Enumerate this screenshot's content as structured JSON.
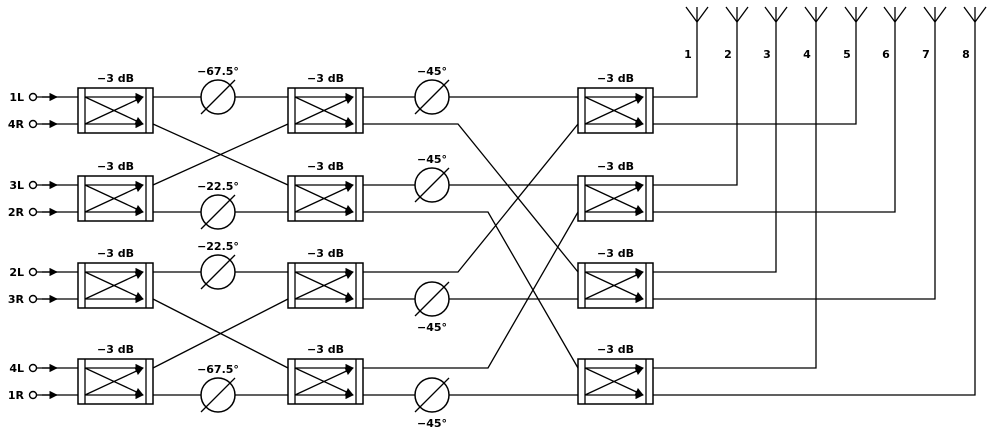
{
  "diagram": {
    "inputs": [
      {
        "label": "1L"
      },
      {
        "label": "4R"
      },
      {
        "label": "3L"
      },
      {
        "label": "2R"
      },
      {
        "label": "2L"
      },
      {
        "label": "3R"
      },
      {
        "label": "4L"
      },
      {
        "label": "1R"
      }
    ],
    "couplers": {
      "label": "−3 dB"
    },
    "phase_shifters": {
      "stage1": [
        {
          "label": "−67.5°"
        },
        {
          "label": "−22.5°"
        },
        {
          "label": "−22.5°"
        },
        {
          "label": "−67.5°"
        }
      ],
      "stage2": [
        {
          "label": "−45°"
        },
        {
          "label": "−45°"
        },
        {
          "label": "−45°"
        },
        {
          "label": "−45°"
        }
      ]
    },
    "antennas": [
      {
        "label": "1"
      },
      {
        "label": "2"
      },
      {
        "label": "3"
      },
      {
        "label": "4"
      },
      {
        "label": "5"
      },
      {
        "label": "6"
      },
      {
        "label": "7"
      },
      {
        "label": "8"
      }
    ],
    "colors": {
      "line": "#000000",
      "background": "#ffffff"
    }
  }
}
